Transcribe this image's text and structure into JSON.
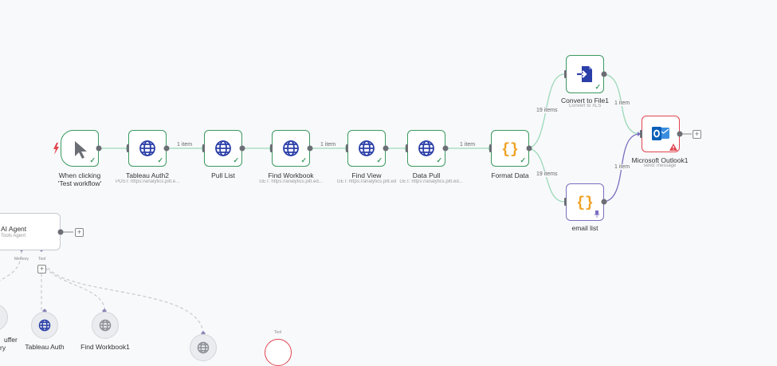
{
  "nodes": {
    "trigger": {
      "label": "When clicking 'Test workflow'"
    },
    "tableau_auth2": {
      "label": "Tableau Auth2",
      "sub": "POST: https://analytics.pitt.e..."
    },
    "pull_list": {
      "label": "Pull List"
    },
    "find_workbook": {
      "label": "Find Workbook",
      "sub": "GET: https://analytics.pitt.ed..."
    },
    "find_view": {
      "label": "Find View",
      "sub": "GET: https://analytics.pitt.ed"
    },
    "data_pull": {
      "label": "Data Pull",
      "sub": "GET: https://analytics.pitt.ed..."
    },
    "format_data": {
      "label": "Format Data"
    },
    "convert_to_file": {
      "label": "Convert to File1",
      "sub": "Convert to XLS"
    },
    "email_list": {
      "label": "email list"
    },
    "outlook": {
      "label": "Microsoft Outlook1",
      "sub": "send: message"
    },
    "ai_agent": {
      "label": "AI Agent",
      "sub": "Tools Agent"
    }
  },
  "agent_ports": {
    "memory": "Memory",
    "tool": "Tool"
  },
  "sub_nodes": {
    "buffer": {
      "label_line1": "uffer",
      "label_line2": "ry"
    },
    "tableau_auth": {
      "label": "Tableau Auth"
    },
    "find_workbook1": {
      "label": "Find Workbook1"
    },
    "tool_port": {
      "label": "Tool"
    }
  },
  "edges": {
    "auth_to_pull": "1 item",
    "workbook_to_view": "1 item",
    "datapull_to_format": "1 item",
    "format_to_convert": "19 items",
    "format_to_email": "19 items",
    "convert_to_outlook": "1 item",
    "email_to_outlook": "1 item"
  },
  "icons": {
    "trigger": "cursor-icon",
    "http": "globe-icon",
    "code": "braces-icon",
    "convert": "file-convert-icon",
    "outlook": "outlook-icon"
  },
  "colors": {
    "success": "#3a9a60",
    "edge_green": "#7dd3a8",
    "purple": "#7a6fc0",
    "error": "#e0454f",
    "globe": "#2b3fa8",
    "braces": "#f0a020"
  }
}
